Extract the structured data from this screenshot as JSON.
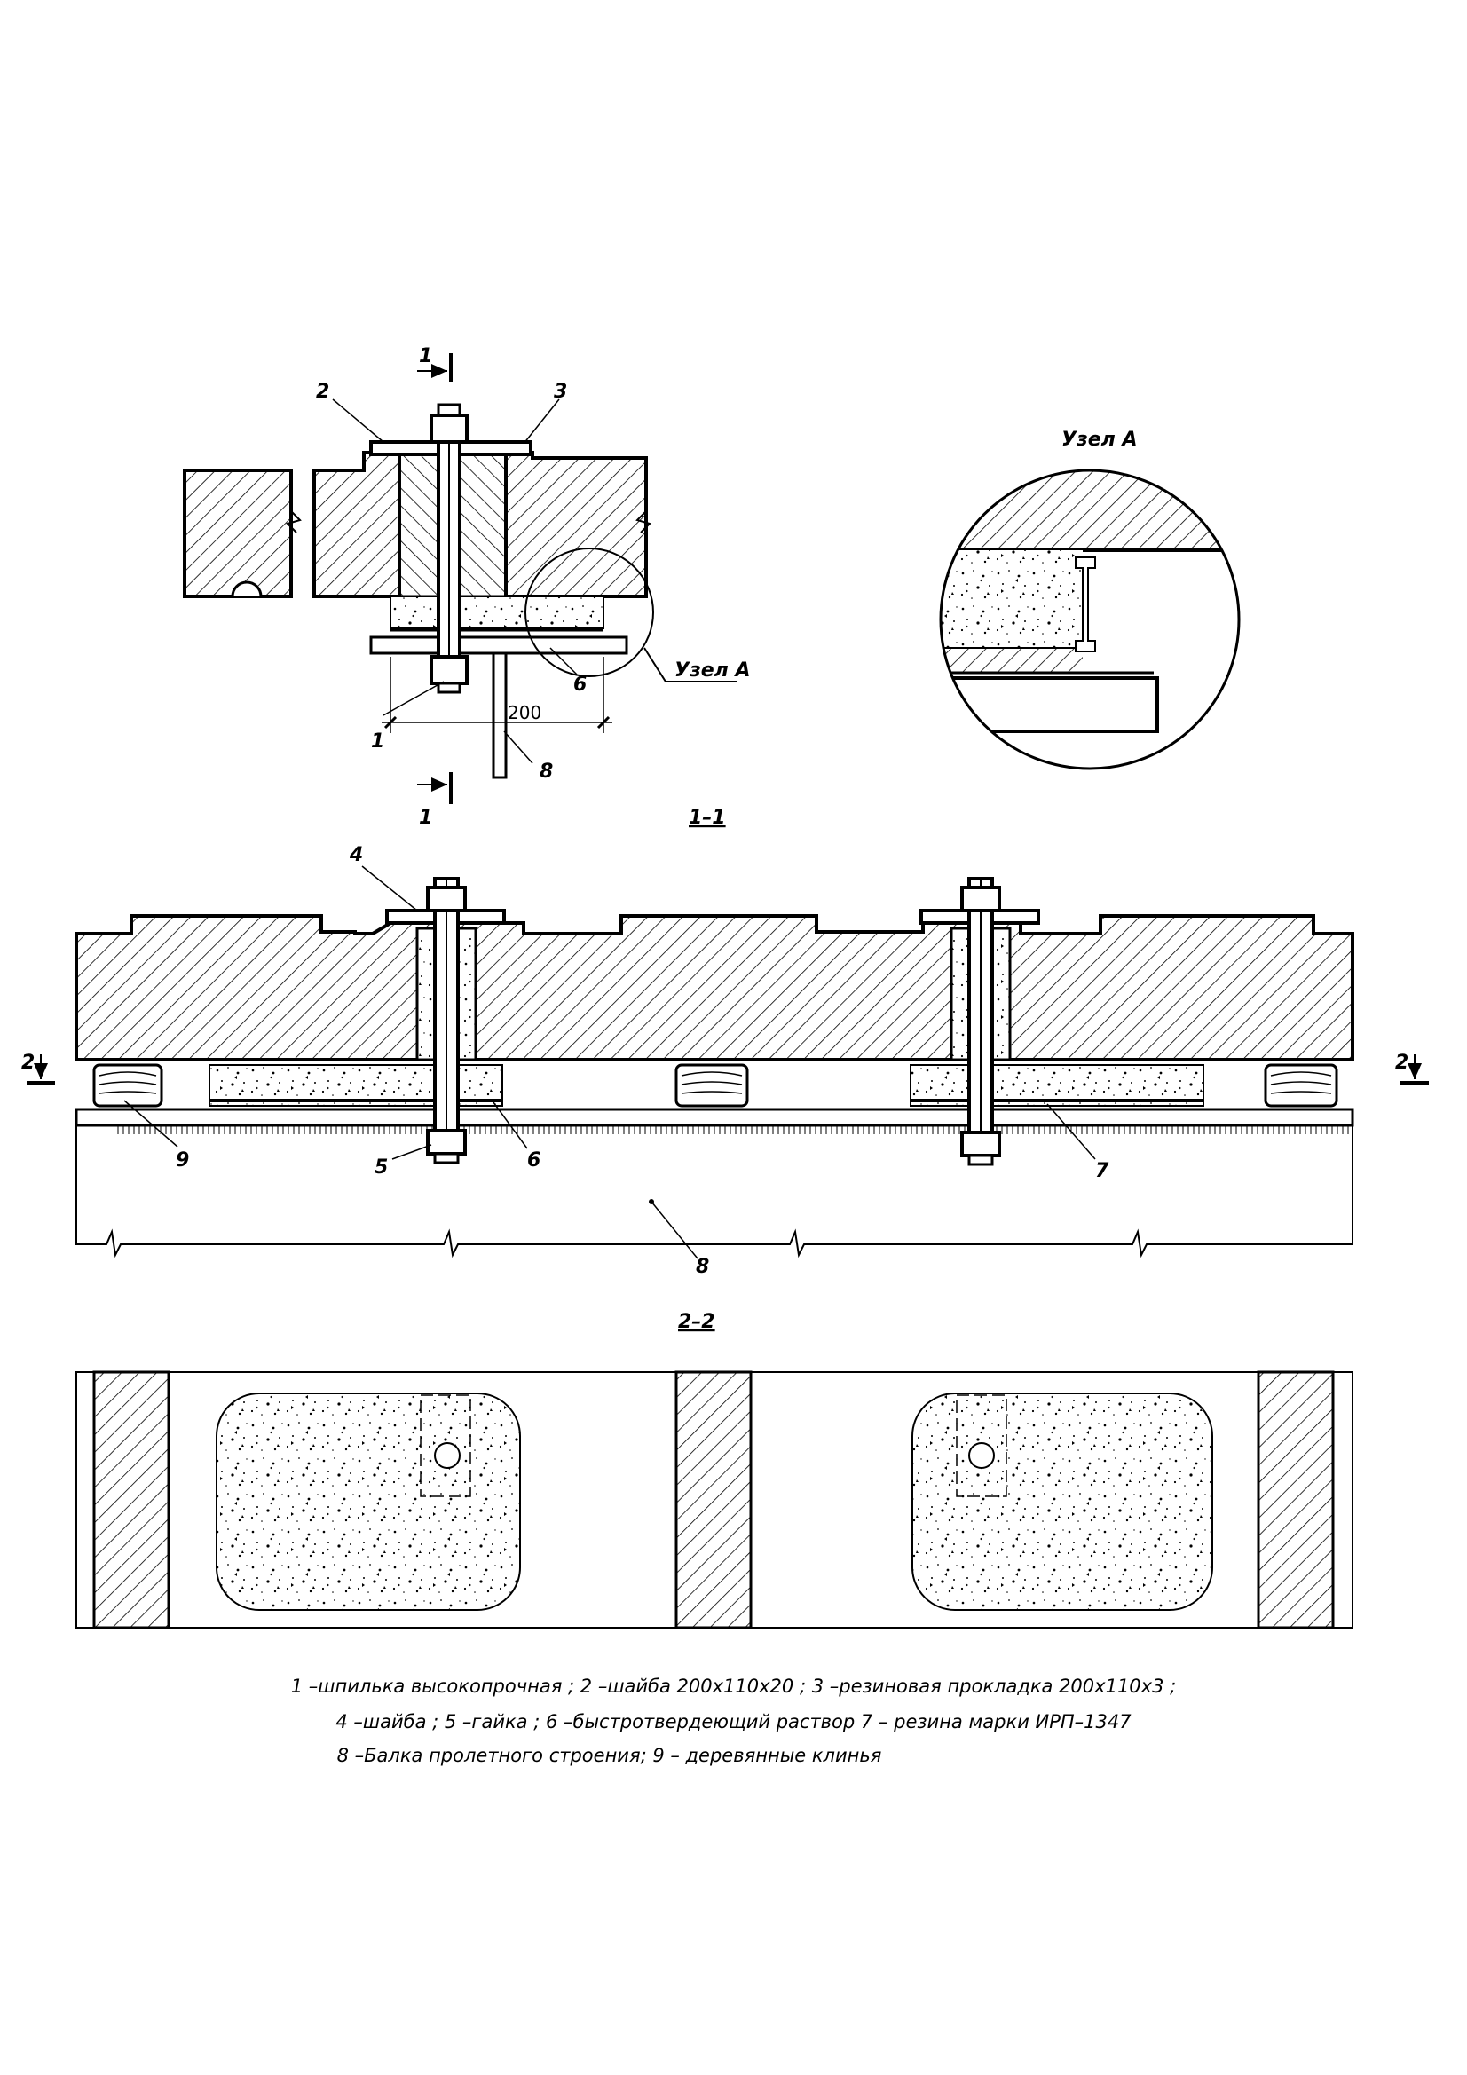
{
  "view_top": {
    "section_mark_top": "1",
    "section_mark_bottom": "1",
    "callouts": [
      "2",
      "3",
      "1",
      "6",
      "8"
    ],
    "node_label": "Узел А",
    "dimension": "200"
  },
  "node_detail": {
    "title": "Узел А"
  },
  "section_1_1": {
    "title": "1–1",
    "marks_left": "2",
    "marks_right": "2",
    "callouts": [
      "4",
      "9",
      "5",
      "6",
      "7",
      "8"
    ]
  },
  "section_2_2": {
    "title": "2–2"
  },
  "legend": {
    "line1": "1 –шпилька высокопрочная ; 2 –шайба 200х110х20 ; 3 –резиновая прокладка 200х110х3 ;",
    "line2": "4 –шайба ; 5 –гайка ; 6 –быстротвердеющий раствор 7 – резина марки ИРП–1347",
    "line3": "8 –Балка пролетного строения; 9 – деревянные клинья"
  }
}
